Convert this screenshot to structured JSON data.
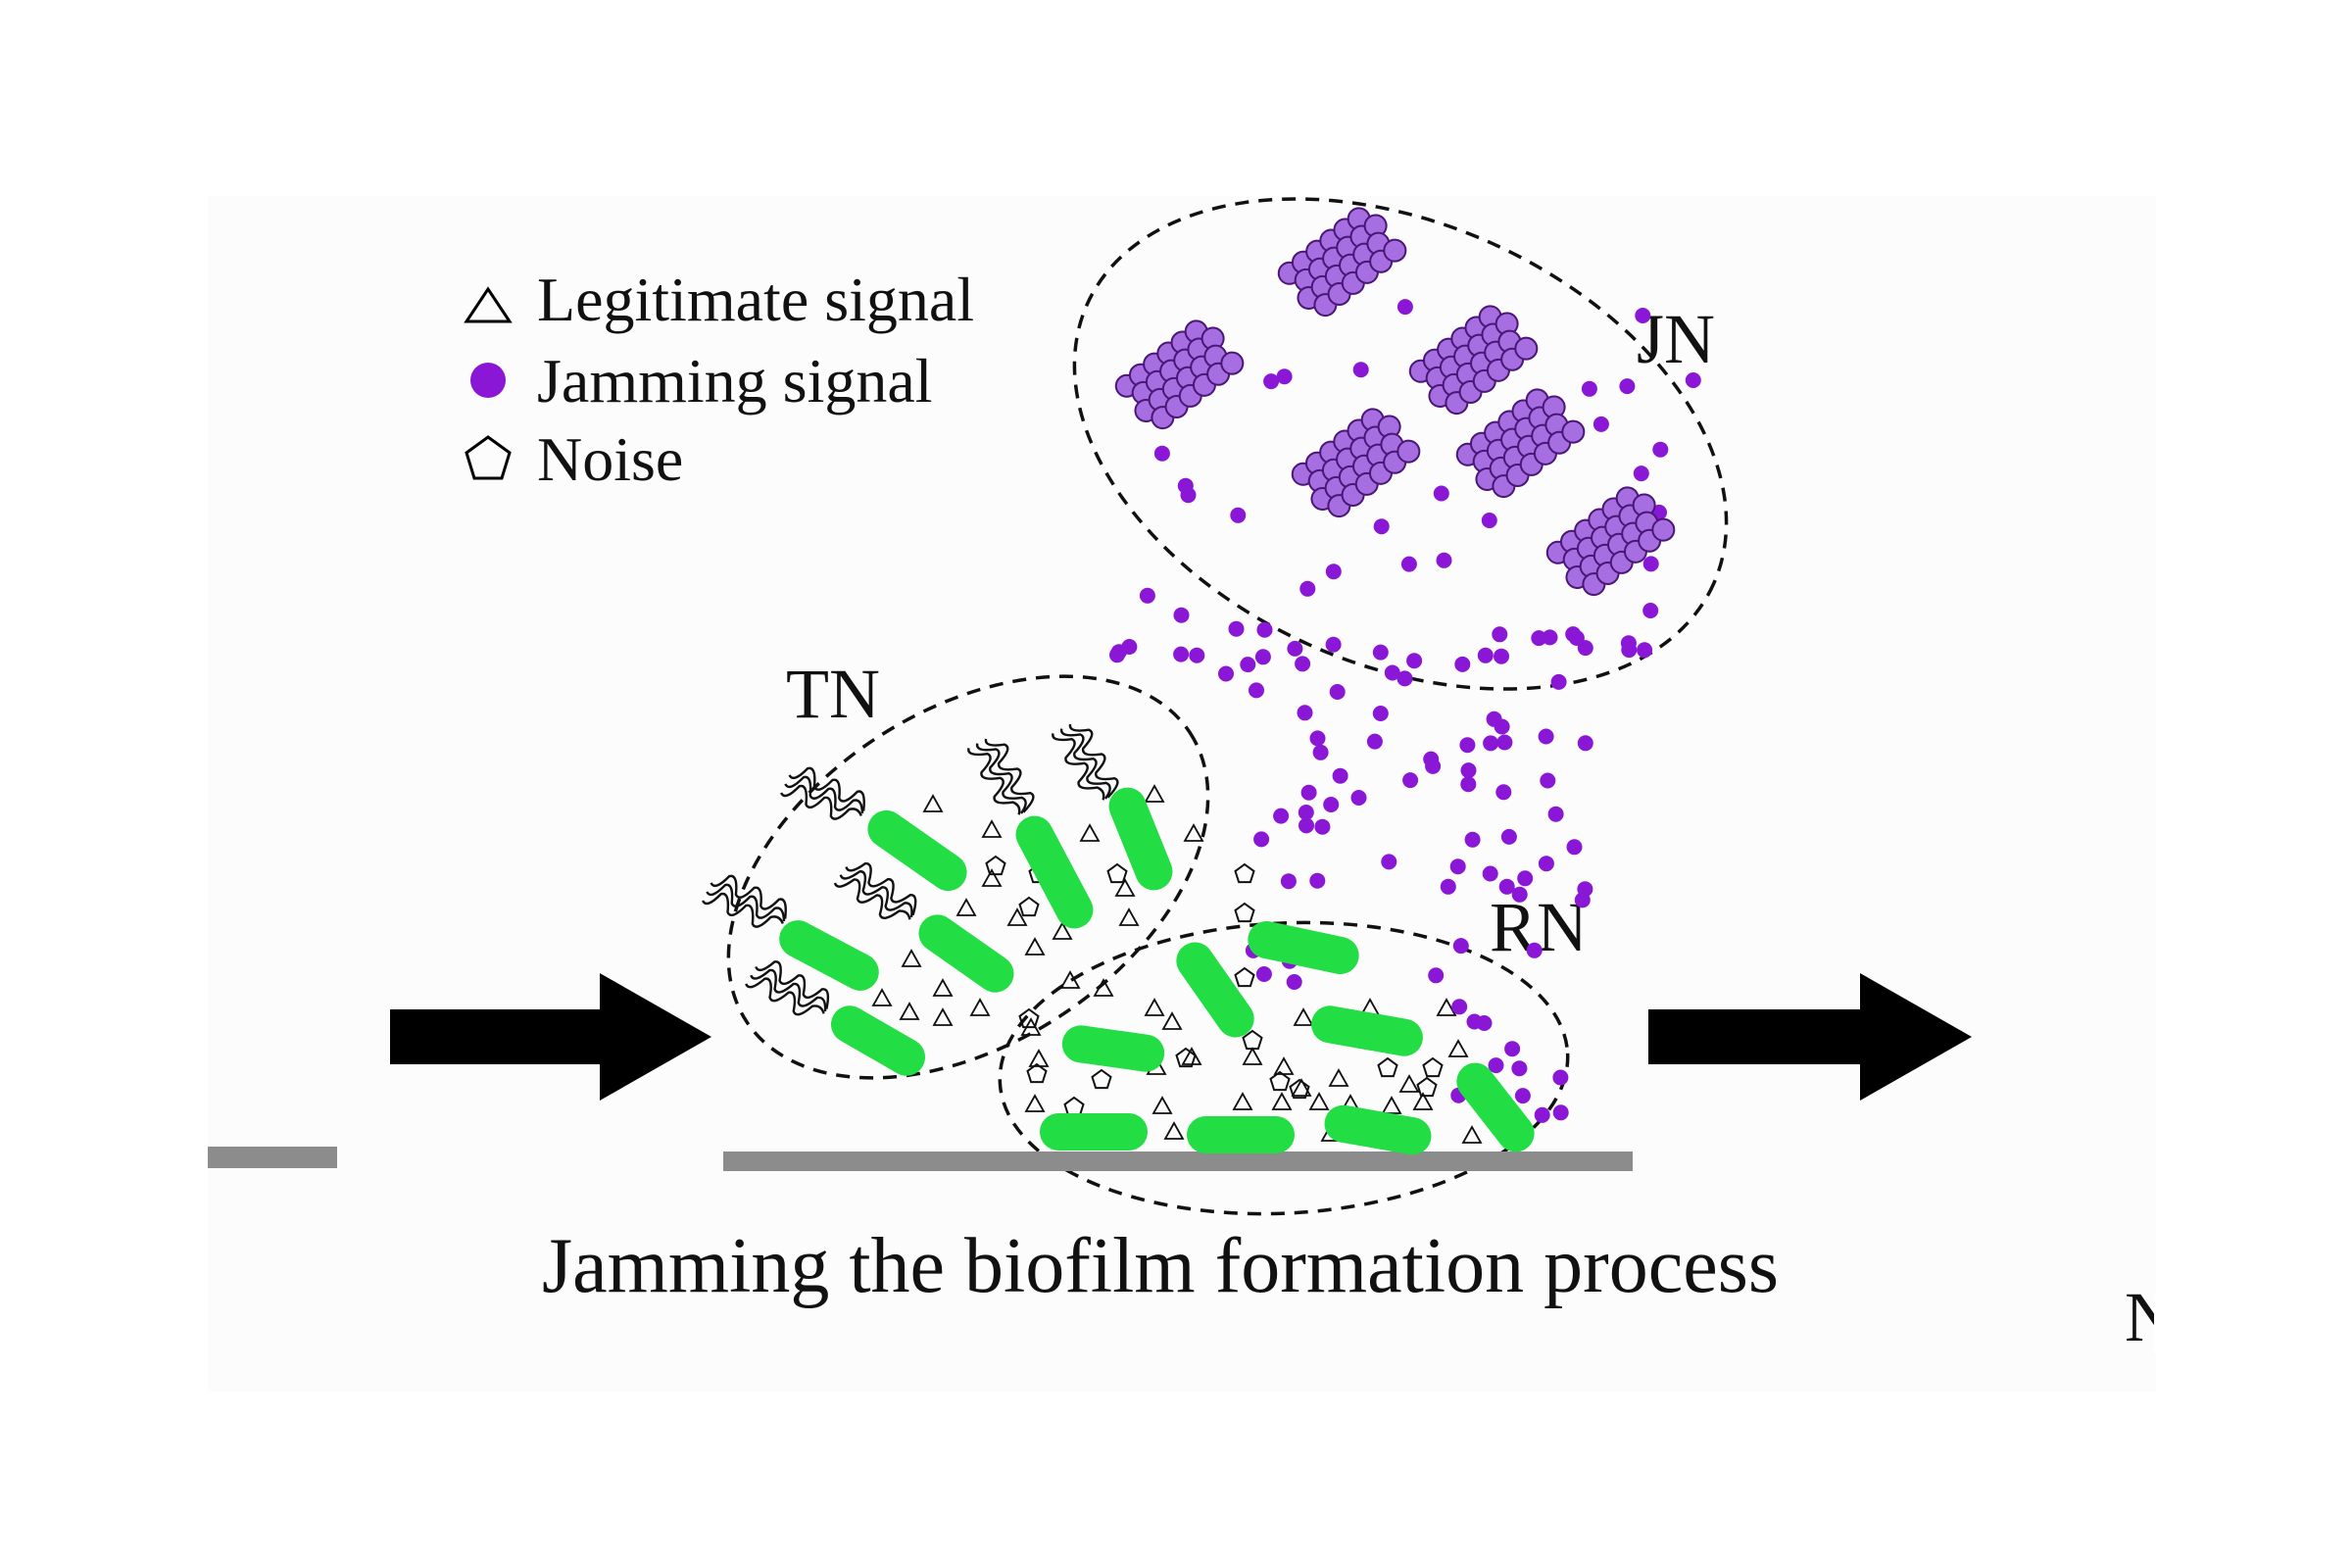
{
  "legend": {
    "legitimate_label": "Legitimate signal",
    "jamming_label": "Jamming signal",
    "noise_label": "Noise"
  },
  "labels": {
    "tn": "TN",
    "jn": "JN",
    "rn": "RN",
    "caption": "Jamming the biofilm formation process",
    "cut_off_char": "N"
  },
  "colors": {
    "bacteria": "#22dd44",
    "jamming_signal": "#8a17d6",
    "jamming_cell_fill": "#a66ee0",
    "jamming_cell_stroke": "#4a1777",
    "substrate": "#8c8c8c",
    "arrow": "#000000"
  },
  "icons": {
    "legitimate": "triangle-icon",
    "jamming": "dot-icon",
    "noise": "pentagon-icon",
    "bacterium": "rod-bacterium-icon",
    "flagella": "flagella-icon",
    "arrow": "right-arrow-icon"
  }
}
